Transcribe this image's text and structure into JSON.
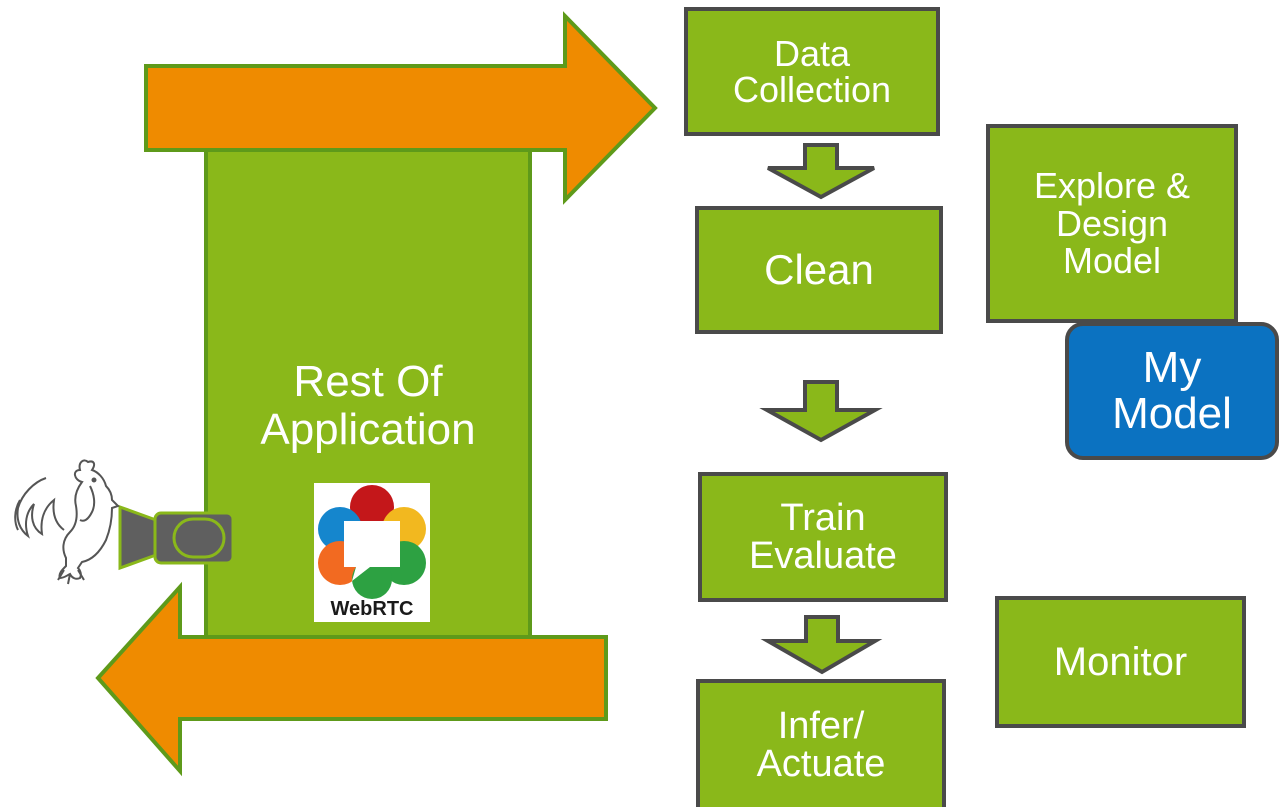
{
  "diagram": {
    "rest_of_app": {
      "line1": "Rest Of",
      "line2": "Application"
    },
    "webrtc_logo_text": "WebRTC",
    "steps": {
      "data_collection": {
        "line1": "Data",
        "line2": "Collection"
      },
      "clean": "Clean",
      "train": {
        "line1": "Train",
        "line2": "Evaluate"
      },
      "infer": {
        "line1": "Infer/",
        "line2": "Actuate"
      }
    },
    "side": {
      "explore": {
        "line1": "Explore &",
        "line2": "Design",
        "line3": "Model"
      },
      "my_model": {
        "line1": "My",
        "line2": "Model"
      },
      "monitor": "Monitor"
    },
    "colors": {
      "green": "#8ab81a",
      "orange": "#ef8b00",
      "blue": "#0b72c1",
      "border": "#4a4a4a"
    },
    "icons": [
      "rooster-icon",
      "camera-icon",
      "webrtc-logo",
      "down-arrow-icon",
      "right-arrow",
      "left-arrow"
    ]
  }
}
